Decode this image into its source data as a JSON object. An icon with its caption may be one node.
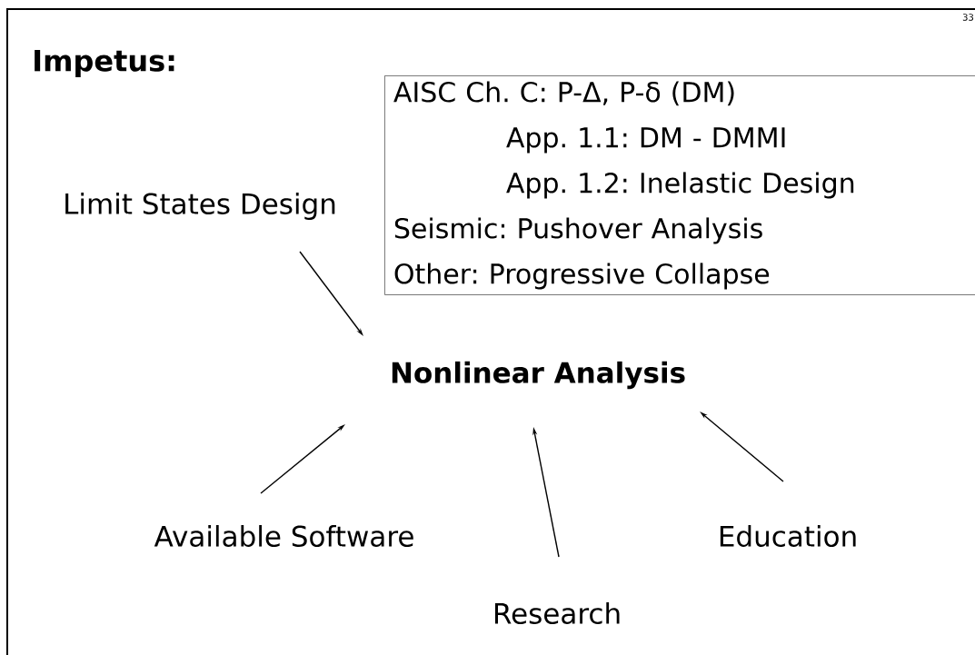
{
  "diagram": {
    "title": "Impetus:",
    "nodes": [
      {
        "text": [
          "AISC Ch. C: P-Δ, P-δ (DM)",
          "App. 1.1: DM - DMMI",
          "App. 1.2: Inelastic Design",
          "Seismic: Pushover Analysis",
          "Other: Progressive Collapse"
        ]
      },
      {
        "text": [
          "Limit States Design"
        ]
      },
      {
        "text": [
          "Nonlinear Analysis"
        ]
      },
      {
        "text": [
          "Available Software"
        ]
      },
      {
        "text": [
          "Research"
        ]
      },
      {
        "text": [
          "Education"
        ]
      }
    ],
    "edges": [
      {
        "from": 1,
        "to": 2,
        "arrow": "to"
      },
      {
        "from": 3,
        "to": 2,
        "arrow": "to"
      },
      {
        "from": 4,
        "to": 2,
        "arrow": "to"
      },
      {
        "from": 5,
        "to": 2,
        "arrow": "to"
      }
    ],
    "labels": [
      "33"
    ]
  }
}
